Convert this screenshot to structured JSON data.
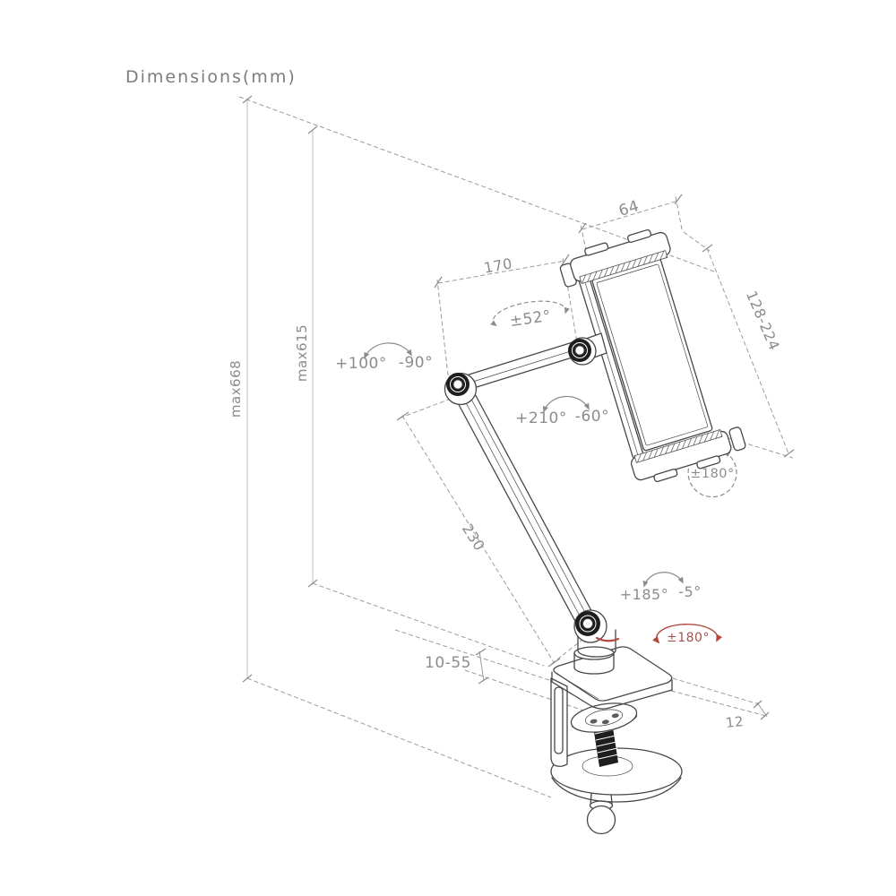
{
  "title": "Dimensions(mm)",
  "labels": {
    "overall_height": "max668",
    "column_height": "max615",
    "holder_width": "64",
    "holder_height_range": "128-224",
    "upper_arm_length": "170",
    "holder_tilt_range": "±52°",
    "elbow_up": "+100°",
    "elbow_down": "-90°",
    "shoulder_up": "+210°",
    "shoulder_down": "-60°",
    "holder_rotation": "±180°",
    "lower_arm_length": "230",
    "base_tilt_up": "+185°",
    "base_tilt_down": "-5°",
    "base_rotation": "±180°",
    "clamp_thickness_range": "10-55",
    "clamp_plate_depth": "12"
  },
  "colors": {
    "background": "#ffffff",
    "outline": "#474747",
    "dimension": "#9b9b9b",
    "label_text": "#8c8c8c",
    "accent_red": "#b1493e",
    "joint_black": "#1e1e1e"
  }
}
